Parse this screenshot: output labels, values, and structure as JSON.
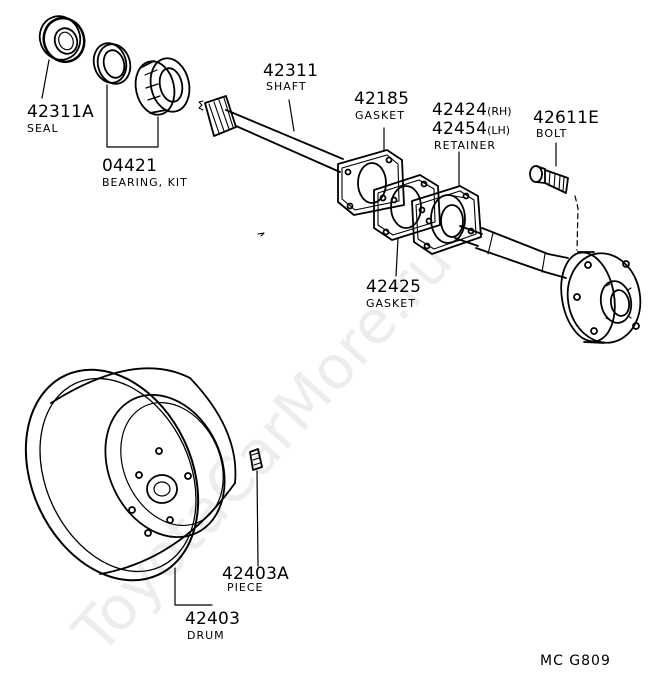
{
  "parts": {
    "seal": {
      "number": "42311A",
      "name": "SEAL"
    },
    "bearing_kit": {
      "number": "04421",
      "name": "BEARING, KIT"
    },
    "shaft": {
      "number": "42311",
      "name": "SHAFT"
    },
    "gasket_outer": {
      "number": "42185",
      "name": "GASKET"
    },
    "retainer": {
      "number_rh": "42424",
      "suffix_rh": "(RH)",
      "number_lh": "42454",
      "suffix_lh": "(LH)",
      "name": "RETAINER"
    },
    "bolt": {
      "number": "42611E",
      "name": "BOLT"
    },
    "gasket_inner": {
      "number": "42425",
      "name": "GASKET"
    },
    "piece": {
      "number": "42403A",
      "name": "PIECE"
    },
    "drum": {
      "number": "42403",
      "name": "DRUM"
    }
  },
  "diagram_code": "MC  G809",
  "watermark": "ToyotaCarMore.ru"
}
